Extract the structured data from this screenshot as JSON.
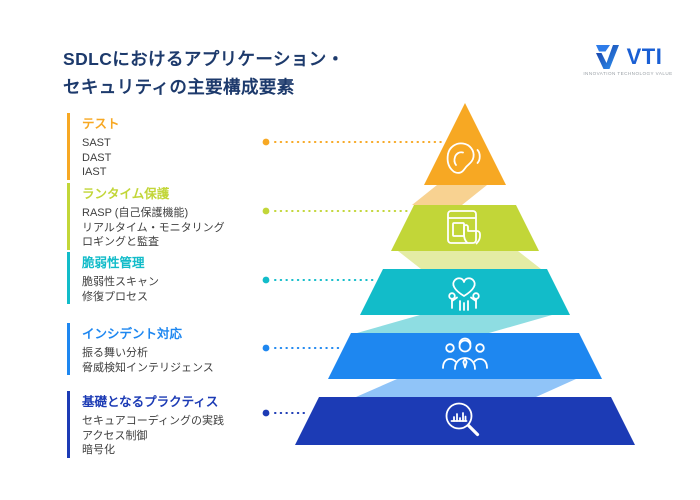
{
  "header": {
    "title_line1": "SDLCにおけるアプリケーション・",
    "title_line2": "セキュリティの主要構成要素",
    "title_color": "#1d3a6c"
  },
  "logo": {
    "text": "VTI",
    "tagline": "INNOVATION TECHNOLOGY VALUE",
    "text_color": "#1a5fd4",
    "mark_color_dark": "#1638a0",
    "mark_color_light": "#2f96f5"
  },
  "levels": [
    {
      "heading": "テスト",
      "items": [
        "SAST",
        "DAST",
        "IAST"
      ],
      "color": "#f7a823",
      "light_color": "#f8d291",
      "icon": "ear-listening-icon"
    },
    {
      "heading": "ランタイム保護",
      "items": [
        "RASP (自己保護機能)",
        "リアルタイム・モニタリング",
        "ロギングと監査"
      ],
      "color": "#c2d638",
      "light_color": "#e4eca4",
      "icon": "window-click-icon"
    },
    {
      "heading": "脆弱性管理",
      "items": [
        "脆弱性スキャン",
        "修復プロセス"
      ],
      "color": "#12bcc9",
      "light_color": "#8edde2",
      "icon": "heart-care-team-icon"
    },
    {
      "heading": "インシデント対応",
      "items": [
        "振る舞い分析",
        "脅威検知インテリジェンス"
      ],
      "color": "#1e87f0",
      "light_color": "#90c4f8",
      "icon": "team-icon"
    },
    {
      "heading": "基礎となるプラクティス",
      "items": [
        "セキュアコーディングの実践",
        "アクセス制御",
        "暗号化"
      ],
      "color": "#1c3bb5",
      "light_color": null,
      "icon": "magnifier-analytics-icon"
    }
  ],
  "background_color": "#ffffff"
}
